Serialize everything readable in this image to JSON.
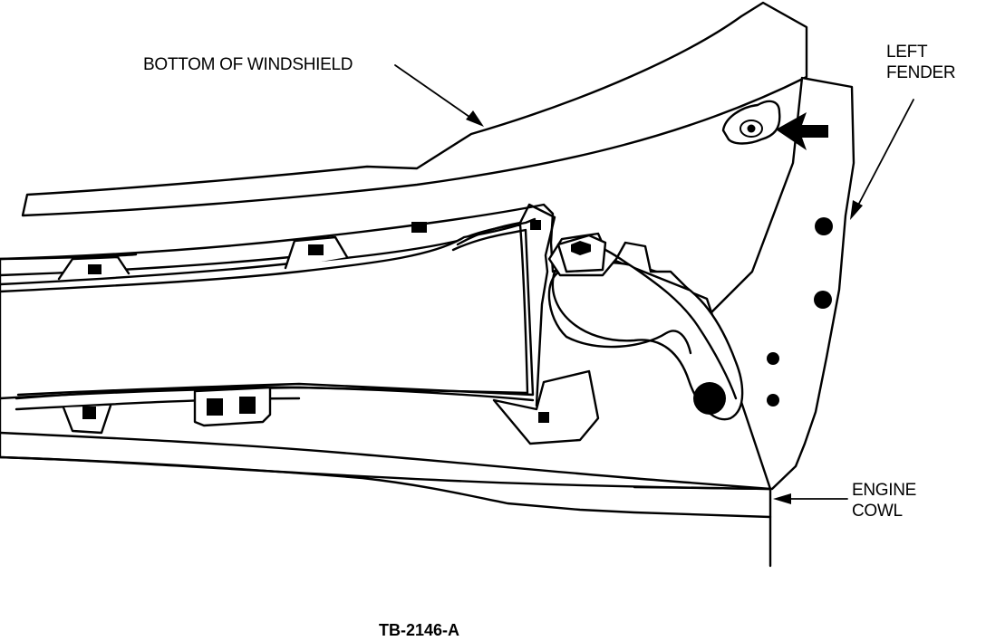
{
  "labels": {
    "windshield": "BOTTOM OF WINDSHIELD",
    "fender_line1": "LEFT",
    "fender_line2": "FENDER",
    "cowl_line1": "ENGINE",
    "cowl_line2": "COWL"
  },
  "figure_id": "TB-2146-A"
}
